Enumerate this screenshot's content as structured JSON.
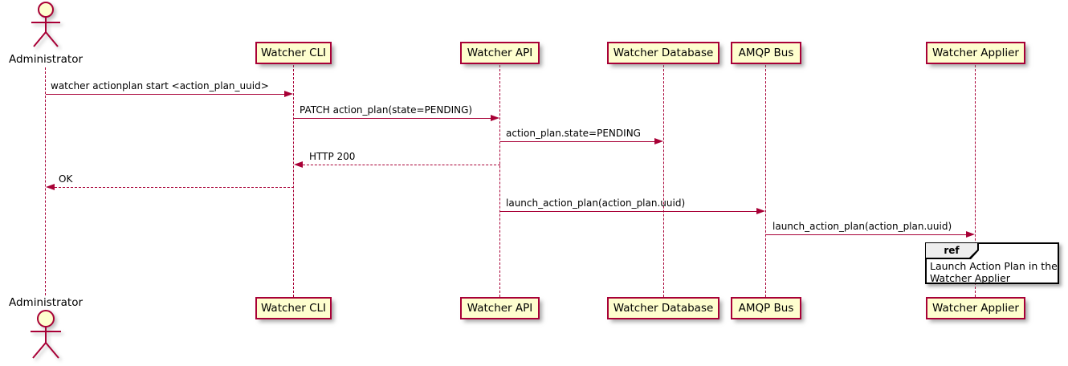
{
  "actor": {
    "name": "Administrator"
  },
  "participants": [
    {
      "label": "Watcher CLI"
    },
    {
      "label": "Watcher API"
    },
    {
      "label": "Watcher Database"
    },
    {
      "label": "AMQP Bus"
    },
    {
      "label": "Watcher Applier"
    }
  ],
  "messages": [
    {
      "label": "watcher actionplan start <action_plan_uuid>",
      "from": "Administrator",
      "to": "Watcher CLI",
      "line": "solid"
    },
    {
      "label": "PATCH action_plan(state=PENDING)",
      "from": "Watcher CLI",
      "to": "Watcher API",
      "line": "solid"
    },
    {
      "label": "action_plan.state=PENDING",
      "from": "Watcher API",
      "to": "Watcher Database",
      "line": "solid"
    },
    {
      "label": "HTTP 200",
      "from": "Watcher API",
      "to": "Watcher CLI",
      "line": "dashed"
    },
    {
      "label": "OK",
      "from": "Watcher CLI",
      "to": "Administrator",
      "line": "dashed"
    },
    {
      "label": "launch_action_plan(action_plan.uuid)",
      "from": "Watcher API",
      "to": "AMQP Bus",
      "line": "solid"
    },
    {
      "label": "launch_action_plan(action_plan.uuid)",
      "from": "AMQP Bus",
      "to": "Watcher Applier",
      "line": "solid"
    }
  ],
  "ref": {
    "keyword": "ref",
    "lines": [
      "Launch Action Plan in the",
      "Watcher Applier"
    ]
  },
  "colors": {
    "stroke": "#A80036",
    "participant_fill": "#FEFECE",
    "text": "#000000",
    "ref_header_fill": "#EEEEEE",
    "ref_border": "#000000",
    "background": "#FFFFFF"
  }
}
